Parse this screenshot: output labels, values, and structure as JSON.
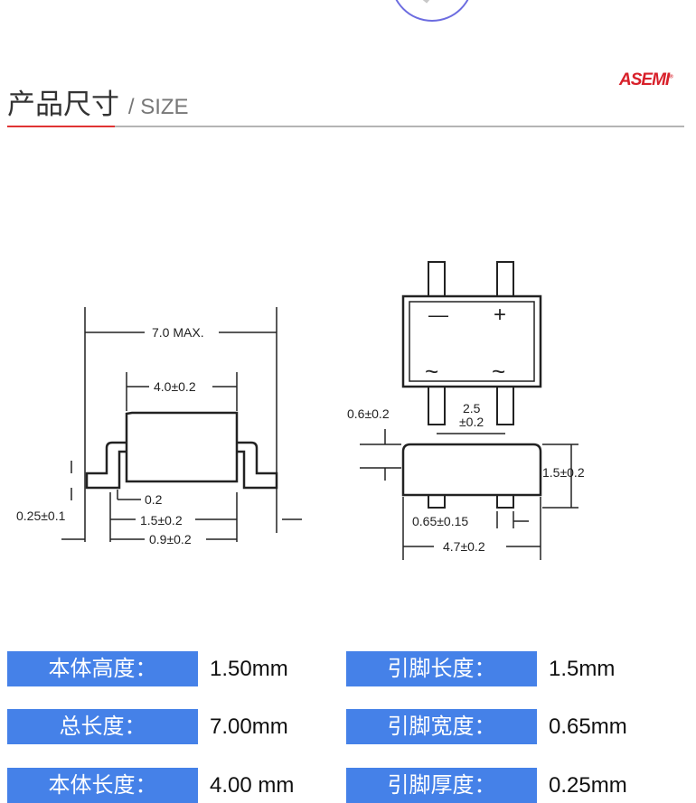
{
  "header": {
    "title": "产品尺寸",
    "subtitle": "/ SIZE",
    "logo": "ASEMI",
    "logo_mark": "®"
  },
  "drawing": {
    "side": {
      "overall": "7.0 MAX.",
      "body": "4.0±0.2",
      "lead_thk": "0.25±0.1",
      "gap": "0.2",
      "lead_len": "1.5±0.2",
      "foot": "0.9±0.2"
    },
    "top": {
      "minus": "—",
      "plus": "+",
      "ac1": "~",
      "ac2": "~",
      "pitch_top": "2.5",
      "pitch_bot": "±0.2",
      "standoff": "0.6±0.2",
      "height": "1.5±0.2",
      "lead_w": "0.65±0.15",
      "width": "4.7±0.2"
    }
  },
  "specs": [
    {
      "label": "本体高度：",
      "value": "1.50mm"
    },
    {
      "label": "引脚长度：",
      "value": "1.5mm"
    },
    {
      "label": "总长度：",
      "value": "7.00mm"
    },
    {
      "label": "引脚宽度：",
      "value": "0.65mm"
    },
    {
      "label": "本体长度：",
      "value": "4.00 mm"
    },
    {
      "label": "引脚厚度：",
      "value": "0.25mm"
    }
  ]
}
